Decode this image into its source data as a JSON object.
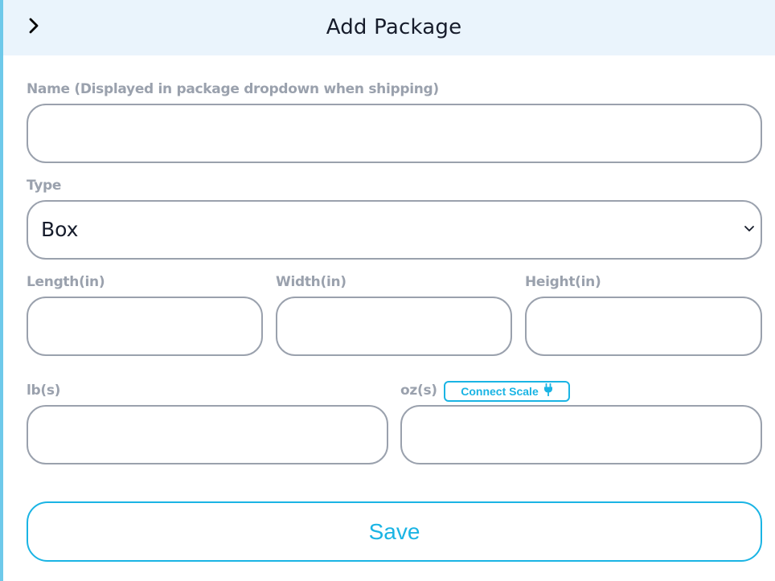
{
  "header": {
    "title": "Add Package",
    "back_icon": "chevron-right-icon"
  },
  "form": {
    "name": {
      "label": "Name (Displayed in package dropdown when shipping)",
      "value": "",
      "placeholder": ""
    },
    "type": {
      "label": "Type",
      "value": "Box"
    },
    "length": {
      "label": "Length(in)",
      "value": ""
    },
    "width": {
      "label": "Width(in)",
      "value": ""
    },
    "height": {
      "label": "Height(in)",
      "value": ""
    },
    "lbs": {
      "label": "lb(s)",
      "value": ""
    },
    "ozs": {
      "label": "oz(s)",
      "value": ""
    },
    "connect_scale": {
      "label": "Connect Scale",
      "icon": "plug-icon"
    },
    "save": {
      "label": "Save"
    }
  },
  "colors": {
    "accent": "#1ab4e4",
    "header_bg": "#eaf4fc",
    "field_border": "#9aa1ad",
    "label": "#9aa1ad",
    "text": "#161c2b"
  }
}
